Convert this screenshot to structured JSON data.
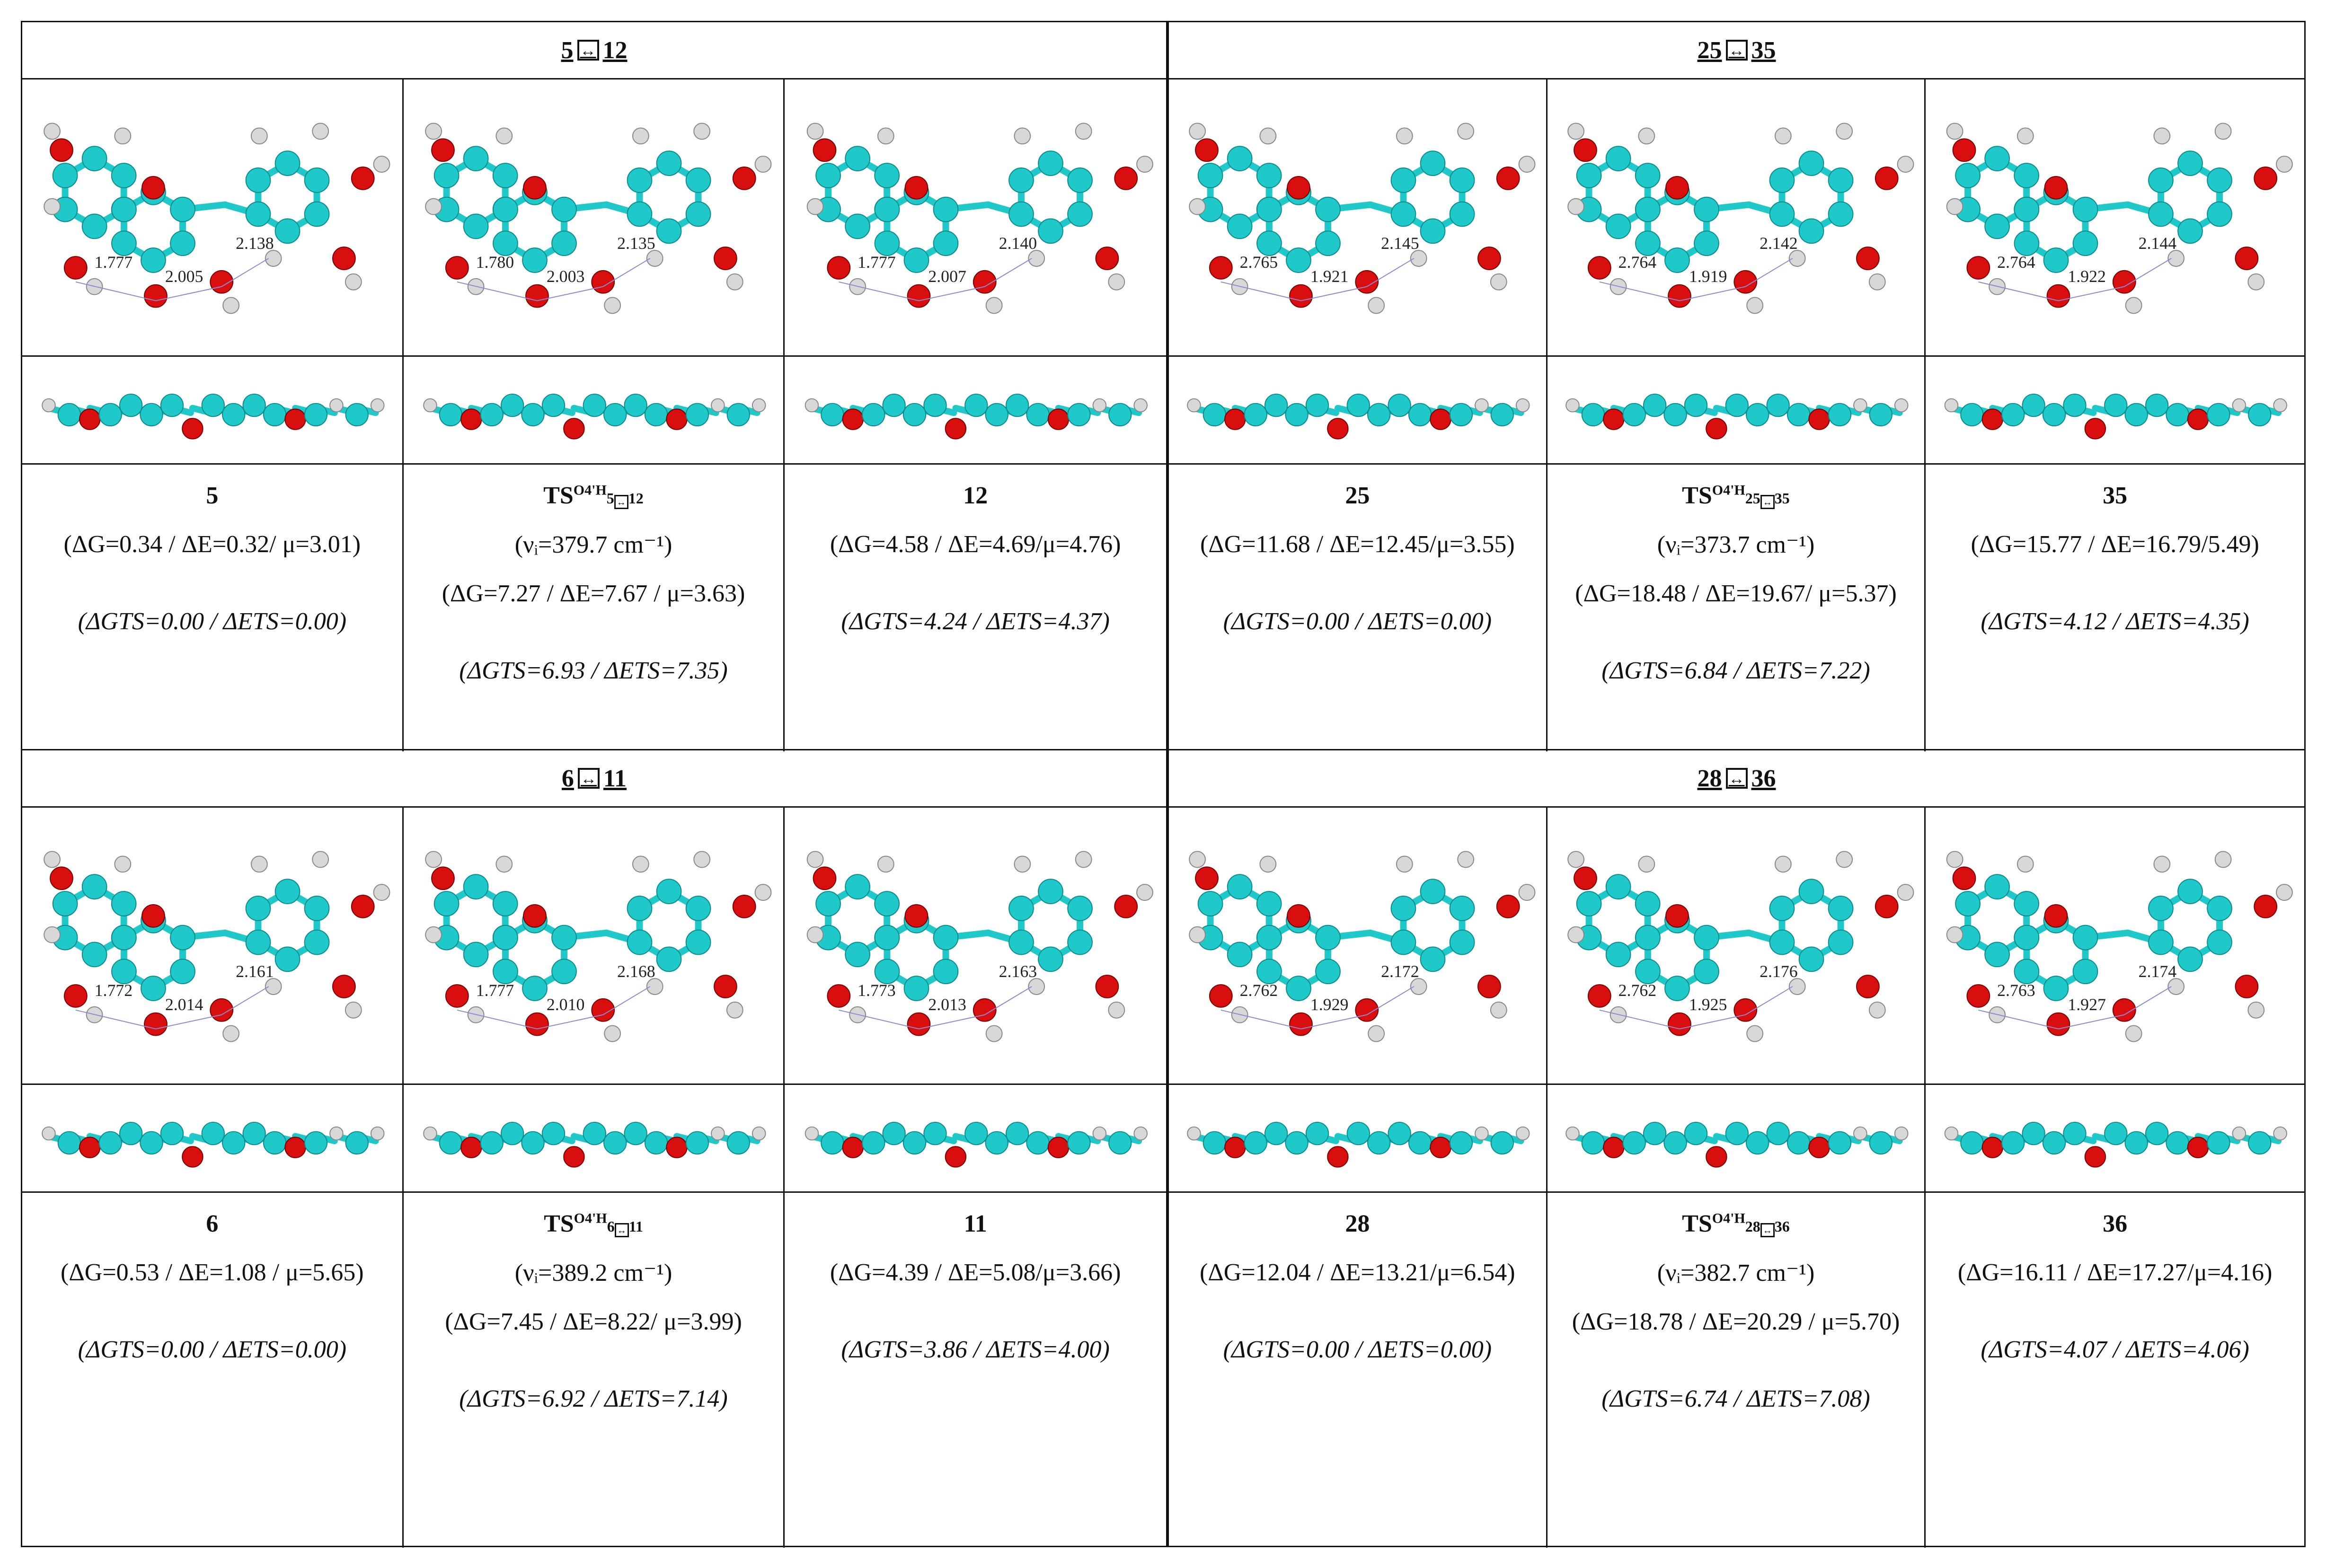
{
  "quadrants": [
    {
      "title_a": "5",
      "title_b": "12",
      "arrow": "↔",
      "distances": [
        {
          "d1": "1.777",
          "d2": "2.005",
          "d3": "2.138"
        },
        {
          "d1": "1.780",
          "d2": "2.003",
          "d3": "2.135"
        },
        {
          "d1": "1.777",
          "d2": "2.007",
          "d3": "2.140"
        }
      ],
      "labels": [
        {
          "name": "5",
          "line1": "(ΔG=0.34 / ΔE=0.32/ μ=3.01)",
          "line2": "",
          "ts": "(ΔGᵀˢ=0.00 / ΔEᵀˢ=0.00)"
        },
        {
          "name": "TS",
          "sup": "O4'H",
          "sub_a": "5",
          "sub_b": "12",
          "line1": "(νᵢ=379.7 cm⁻¹)",
          "line2": "(ΔG=7.27 / ΔE=7.67 / μ=3.63)",
          "ts": "(ΔGTS=6.93 / ΔETS=7.35)"
        },
        {
          "name": "12",
          "line1": "(ΔG=4.58 / ΔE=4.69/μ=4.76)",
          "line2": "",
          "ts": "(ΔGTS=4.24 / ΔETS=4.37)"
        }
      ]
    },
    {
      "title_a": "25",
      "title_b": "35",
      "arrow": "↔",
      "distances": [
        {
          "d1": "2.765",
          "d2": "1.921",
          "d3": "2.145"
        },
        {
          "d1": "2.764",
          "d2": "1.919",
          "d3": "2.142"
        },
        {
          "d1": "2.764",
          "d2": "1.922",
          "d3": "2.144"
        }
      ],
      "labels": [
        {
          "name": "25",
          "line1": "(ΔG=11.68 / ΔE=12.45/μ=3.55)",
          "line2": "",
          "ts": "(ΔGTS=0.00 / ΔETS=0.00)"
        },
        {
          "name": "TS",
          "sup": "O4'H",
          "sub_a": "25",
          "sub_b": "35",
          "line1": "(νᵢ=373.7 cm⁻¹)",
          "line2": "(ΔG=18.48 / ΔE=19.67/ μ=5.37)",
          "ts": "(ΔGTS=6.84 / ΔETS=7.22)"
        },
        {
          "name": "35",
          "line1": "(ΔG=15.77 / ΔE=16.79/5.49)",
          "line2": "",
          "ts": "(ΔGTS=4.12 / ΔETS=4.35)"
        }
      ]
    },
    {
      "title_a": "6",
      "title_b": "11",
      "arrow": "↔",
      "distances": [
        {
          "d1": "1.772",
          "d2": "2.014",
          "d3": "2.161"
        },
        {
          "d1": "1.777",
          "d2": "2.010",
          "d3": "2.168"
        },
        {
          "d1": "1.773",
          "d2": "2.013",
          "d3": "2.163"
        }
      ],
      "labels": [
        {
          "name": "6",
          "line1": "(ΔG=0.53 / ΔE=1.08 / μ=5.65)",
          "line2": "",
          "ts": "(ΔGTS=0.00 / ΔETS=0.00)"
        },
        {
          "name": "TS",
          "sup": "O4'H",
          "sub_a": "6",
          "sub_b": "11",
          "line1": "(νᵢ=389.2 cm⁻¹)",
          "line2": "(ΔG=7.45 / ΔE=8.22/ μ=3.99)",
          "ts": "(ΔGTS=6.92 / ΔETS=7.14)"
        },
        {
          "name": "11",
          "line1": "(ΔG=4.39 / ΔE=5.08/μ=3.66)",
          "line2": "",
          "ts": "(ΔGTS=3.86 / ΔETS=4.00)"
        }
      ]
    },
    {
      "title_a": "28",
      "title_b": "36",
      "arrow": "↔",
      "distances": [
        {
          "d1": "2.762",
          "d2": "1.929",
          "d3": "2.172"
        },
        {
          "d1": "2.762",
          "d2": "1.925",
          "d3": "2.176"
        },
        {
          "d1": "2.763",
          "d2": "1.927",
          "d3": "2.174"
        }
      ],
      "labels": [
        {
          "name": "28",
          "line1": "(ΔG=12.04 / ΔE=13.21/μ=6.54)",
          "line2": "",
          "ts": "(ΔGTS=0.00 / ΔETS=0.00)"
        },
        {
          "name": "TS",
          "sup": "O4'H",
          "sub_a": "28",
          "sub_b": "36",
          "line1": "(νᵢ=382.7 cm⁻¹)",
          "line2": "(ΔG=18.78 / ΔE=20.29 / μ=5.70)",
          "ts": "(ΔGTS=6.74 / ΔETS=7.08)"
        },
        {
          "name": "36",
          "line1": "(ΔG=16.11 / ΔE=17.27/μ=4.16)",
          "line2": "",
          "ts": "(ΔGTS=4.07 / ΔETS=4.06)"
        }
      ]
    }
  ],
  "colors": {
    "carbon": "#1fc9c9",
    "oxygen": "#d90f0f",
    "hydrogen": "#d8d8d8",
    "border": "#111111"
  }
}
